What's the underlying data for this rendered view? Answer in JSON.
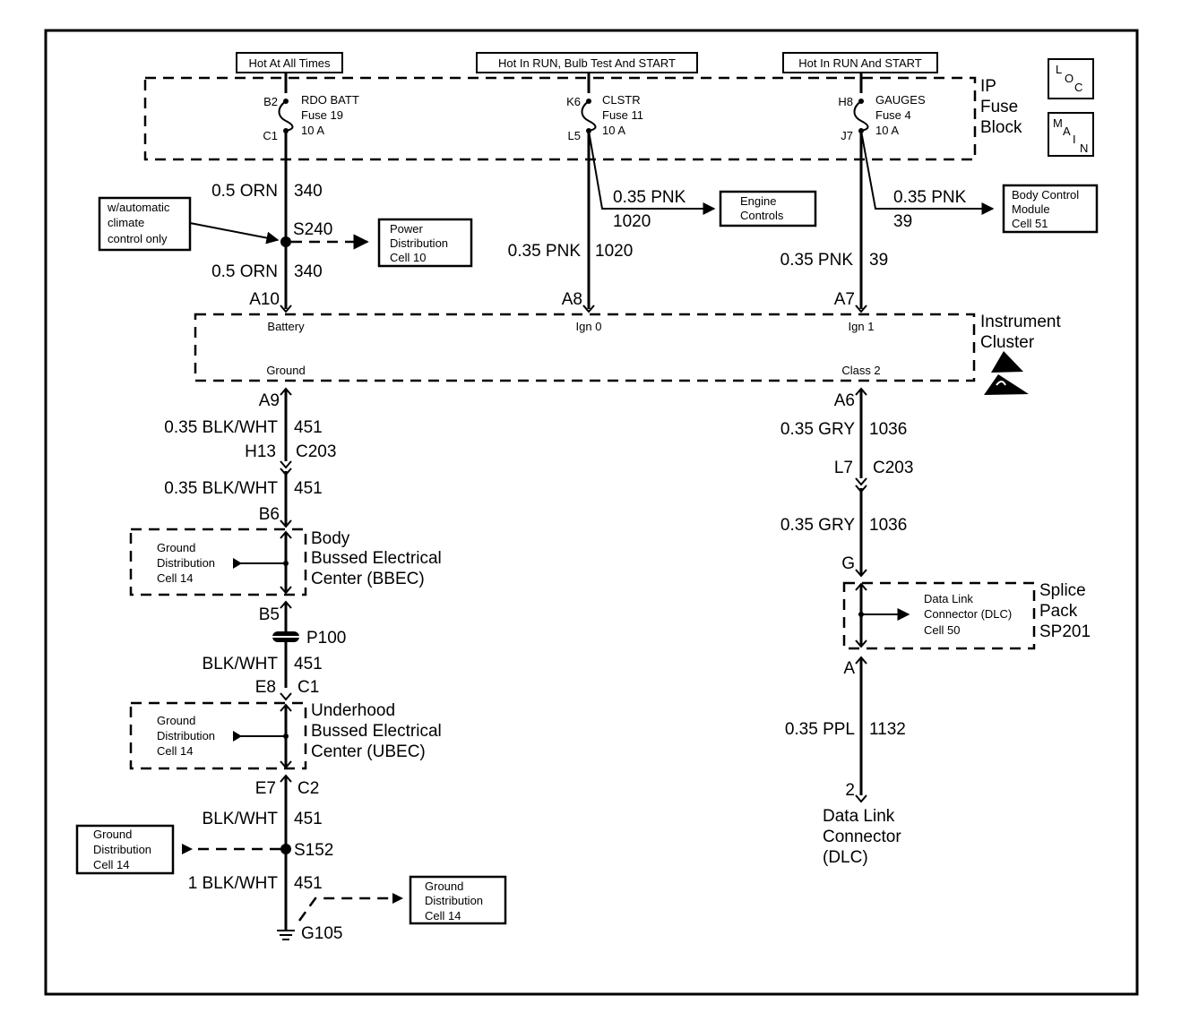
{
  "power_labels": {
    "hot_at_all_times": "Hot At All Times",
    "hot_in_run_bulb": "Hot In RUN, Bulb Test And START",
    "hot_in_run_start": "Hot In RUN And START"
  },
  "fuse_block": {
    "title_line1": "IP",
    "title_line2": "Fuse",
    "title_line3": "Block",
    "fuse1": {
      "top_pin": "B2",
      "bottom_pin": "C1",
      "name": "RDO BATT",
      "fuse": "Fuse 19",
      "rating": "10 A"
    },
    "fuse2": {
      "top_pin": "K6",
      "bottom_pin": "L5",
      "name": "CLSTR",
      "fuse": "Fuse 11",
      "rating": "10 A"
    },
    "fuse3": {
      "top_pin": "H8",
      "bottom_pin": "J7",
      "name": "GAUGES",
      "fuse": "Fuse 4",
      "rating": "10 A"
    }
  },
  "loc_icon": {
    "l": "L",
    "o": "O",
    "c": "C"
  },
  "main_icon": {
    "m": "M",
    "a": "A",
    "i": "I",
    "n": "N"
  },
  "left_col": {
    "w1_gauge": "0.5 ORN",
    "w1_circuit": "340",
    "s240": "S240",
    "auto_note_line1": "w/automatic",
    "auto_note_line2": "climate",
    "auto_note_line3": "control only",
    "power_dist_line1": "Power",
    "power_dist_line2": "Distribution",
    "power_dist_line3": "Cell 10",
    "w2_gauge": "0.5 ORN",
    "w2_circuit": "340",
    "a10": "A10",
    "a9": "A9",
    "w3_gauge": "0.35 BLK/WHT",
    "w3_circuit": "451",
    "h13": "H13",
    "c203": "C203",
    "w4_gauge": "0.35 BLK/WHT",
    "w4_circuit": "451",
    "b6": "B6",
    "bbec_line1": "Body",
    "bbec_line2": "Bussed Electrical",
    "bbec_line3": "Center (BBEC)",
    "gd1_line1": "Ground",
    "gd1_line2": "Distribution",
    "gd1_line3": "Cell 14",
    "b5": "B5",
    "p100": "P100",
    "w5_gauge": "BLK/WHT",
    "w5_circuit": "451",
    "e8": "E8",
    "c1": "C1",
    "ubec_line1": "Underhood",
    "ubec_line2": "Bussed Electrical",
    "ubec_line3": "Center (UBEC)",
    "gd2_line1": "Ground",
    "gd2_line2": "Distribution",
    "gd2_line3": "Cell 14",
    "e7": "E7",
    "c2": "C2",
    "w6_gauge": "BLK/WHT",
    "w6_circuit": "451",
    "s152": "S152",
    "gd3_line1": "Ground",
    "gd3_line2": "Distribution",
    "gd3_line3": "Cell 14",
    "w7_gauge": "1 BLK/WHT",
    "w7_circuit": "451",
    "gd4_line1": "Ground",
    "gd4_line2": "Distribution",
    "gd4_line3": "Cell 14",
    "g105": "G105"
  },
  "mid_col": {
    "branch_gauge": "0.35 PNK",
    "branch_circuit": "1020",
    "engine_line1": "Engine",
    "engine_line2": "Controls",
    "w_gauge": "0.35 PNK",
    "w_circuit": "1020",
    "a8": "A8"
  },
  "right_col": {
    "branch_gauge": "0.35 PNK",
    "branch_circuit": "39",
    "bcm_line1": "Body Control",
    "bcm_line2": "Module",
    "bcm_line3": "Cell 51",
    "w_gauge": "0.35 PNK",
    "w_circuit": "39",
    "a7": "A7",
    "a6": "A6",
    "w2_gauge": "0.35 GRY",
    "w2_circuit": "1036",
    "l7": "L7",
    "c203": "C203",
    "w3_gauge": "0.35 GRY",
    "w3_circuit": "1036",
    "g": "G",
    "dlc_ref_line1": "Data Link",
    "dlc_ref_line2": "Connector (DLC)",
    "dlc_ref_line3": "Cell 50",
    "sp_line1": "Splice",
    "sp_line2": "Pack",
    "sp_line3": "SP201",
    "a": "A",
    "w4_gauge": "0.35 PPL",
    "w4_circuit": "1132",
    "pin2": "2",
    "dlc_line1": "Data Link",
    "dlc_line2": "Connector",
    "dlc_line3": "(DLC)"
  },
  "cluster": {
    "title_line1": "Instrument",
    "title_line2": "Cluster",
    "battery": "Battery",
    "ign0": "Ign 0",
    "ign1": "Ign 1",
    "ground": "Ground",
    "class2": "Class 2"
  }
}
